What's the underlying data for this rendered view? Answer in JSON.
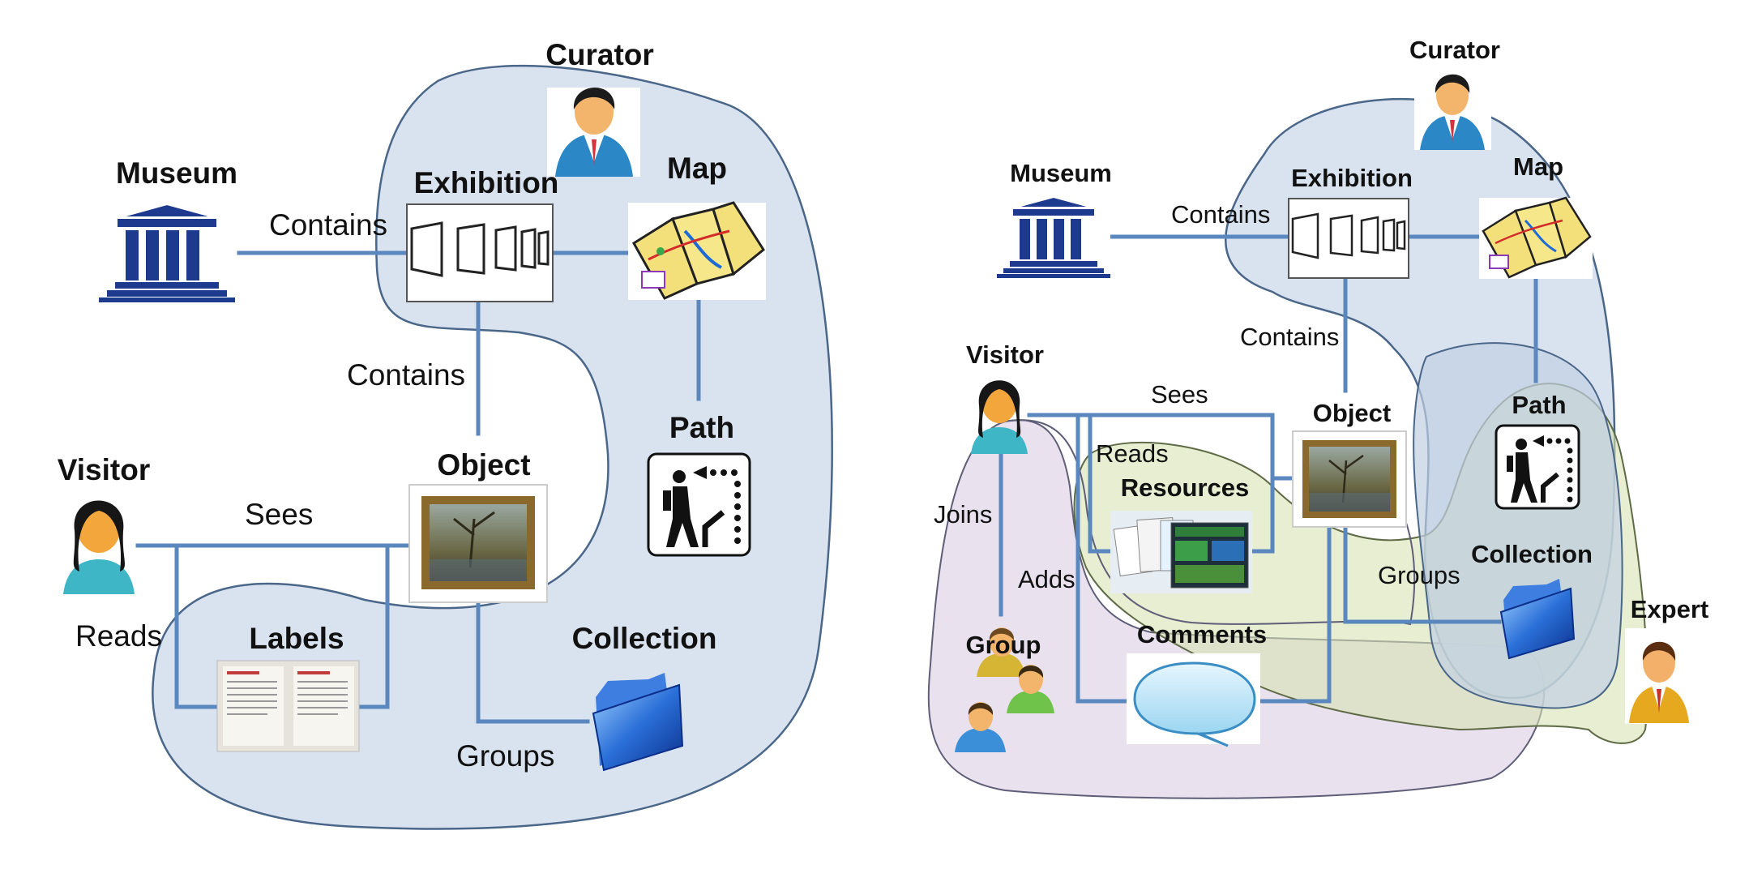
{
  "left_diagram": {
    "nodes": {
      "curator": "Curator",
      "museum": "Museum",
      "exhibition": "Exhibition",
      "map": "Map",
      "path": "Path",
      "visitor": "Visitor",
      "object": "Object",
      "labels": "Labels",
      "collection": "Collection"
    },
    "edges": {
      "museum_exhibition": "Contains",
      "exhibition_object": "Contains",
      "visitor_object": "Sees",
      "visitor_labels": "Reads",
      "object_collection": "Groups"
    }
  },
  "right_diagram": {
    "nodes": {
      "curator": "Curator",
      "museum": "Museum",
      "exhibition": "Exhibition",
      "map": "Map",
      "visitor": "Visitor",
      "object": "Object",
      "path": "Path",
      "resources": "Resources",
      "collection": "Collection",
      "expert": "Expert",
      "group": "Group",
      "comments": "Comments"
    },
    "edges": {
      "museum_exhibition": "Contains",
      "exhibition_object": "Contains",
      "visitor_object": "Sees",
      "visitor_resources": "Reads",
      "visitor_group": "Joins",
      "visitor_comments": "Adds",
      "object_collection": "Groups"
    }
  }
}
